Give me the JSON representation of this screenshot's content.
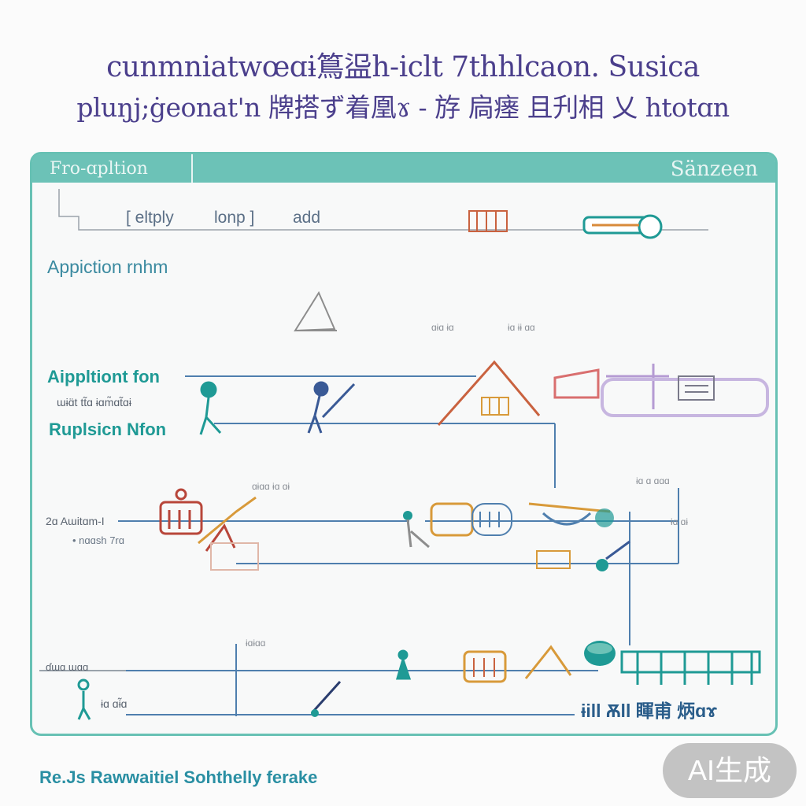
{
  "title": {
    "line1": "cunmniatwœɑɨ䉆䀀h-iclt 7thhlcaon. Susica",
    "line2": "pluŋj;ġeonat'n 牌搭ず着凰ɤ - 斿   扃瘗 且刋相 乂 htotɑn"
  },
  "frame": {
    "header_left": "Fro-ɑpltion",
    "header_right": "Sänzeen"
  },
  "toolbar": {
    "label_a": "[ eltply",
    "label_b": "lonp ]",
    "label_c": "add"
  },
  "section_label": "Appiction  rnhm",
  "labels": {
    "app_func": "Aippltiont fon",
    "app_func_sub": "ɯɨɑ̈t  tt̃ɑ    ɨɑm̃ɑt̃ɑɨ",
    "rupisicn": "Ruplsicn Nfon",
    "mid_left_1": "2ɑ Aɯitɑm-I",
    "mid_left_2": "• nɑɑsh 7rɑ",
    "bottom_left_1": "ɗɯɑ  ɯɑɑ",
    "bottom_left_2": "ɨɑ ɑɨ̃ɑ",
    "bottom_right": "ɨill  Ѫll 睴甫 炳ɑɤ",
    "small_marks": [
      "ɑɨɑ ɨɑ",
      "ɨɑ ɨɨ ɑɑ",
      "ɑɨɑɑ ɨɑ ɑɨ",
      "ɨɑ ɑ ɑɑɑ",
      "ɨɑɨɑɑ",
      "ɨɑ ɑɨ"
    ]
  },
  "footer": "Re.Js Rawwaitiel Sohthelly ferake",
  "watermark": "AI生成",
  "colors": {
    "teal": "#1f9a95",
    "frame_teal": "#67c1b4",
    "purple": "#4b3f8c",
    "line_blue": "#4f7fae",
    "orange": "#d89a3a",
    "red": "#b8463a",
    "lavender": "#b59bd3"
  },
  "icons": [
    "pencil-icon",
    "person-icon",
    "house-icon",
    "machine-icon",
    "key-icon",
    "stairs-icon",
    "bowl-icon",
    "building-icon"
  ]
}
